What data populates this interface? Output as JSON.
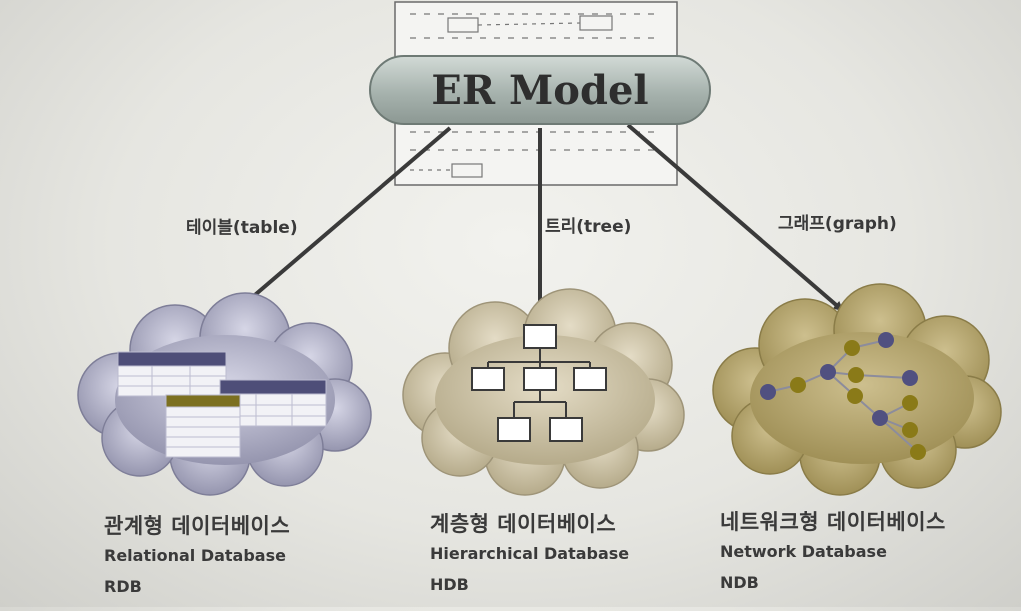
{
  "center": {
    "title": "ER Model"
  },
  "edges": [
    {
      "label": "테이블(table)"
    },
    {
      "label": "트리(tree)"
    },
    {
      "label": "그래프(graph)"
    }
  ],
  "databases": [
    {
      "korean": "관계형 데이터베이스",
      "english": "Relational Database",
      "abbr": "RDB",
      "color": "#9a9ab4"
    },
    {
      "korean": "계층형 데이터베이스",
      "english": "Hierarchical Database",
      "abbr": "HDB",
      "color": "#b4a98a"
    },
    {
      "korean": "네트워크형 데이터베이스",
      "english": "Network Database",
      "abbr": "NDB",
      "color": "#a89a62"
    }
  ],
  "colors": {
    "pill": "#a8b3ae",
    "arrow": "#3a3a3a",
    "table_header_purple": "#4e4e78",
    "table_header_olive": "#7c7020",
    "node_purple": "#505080",
    "node_olive": "#8a7a18"
  }
}
